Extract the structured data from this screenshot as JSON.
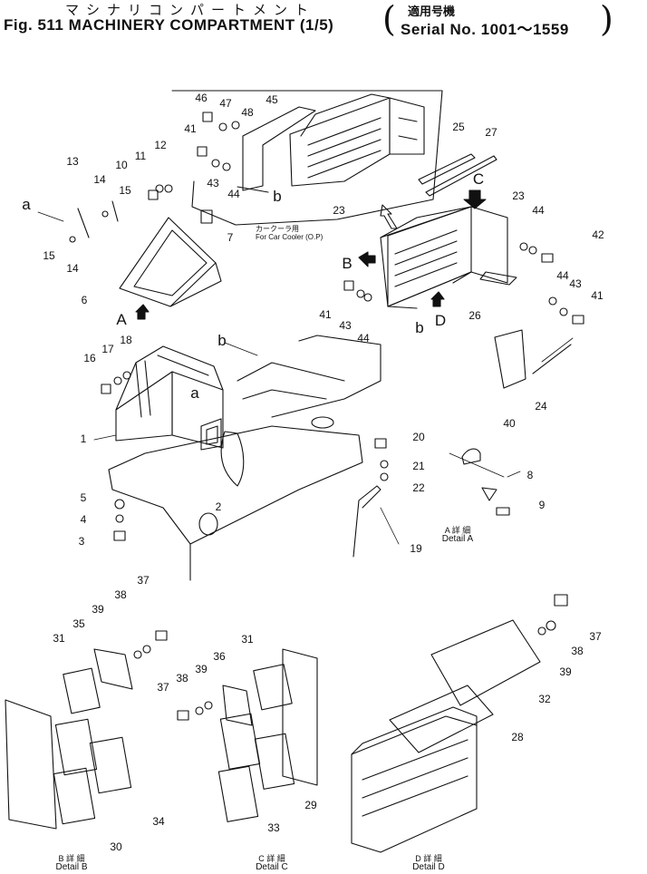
{
  "header": {
    "title_jp": "マシナリコンパートメント",
    "title_en": "Fig. 511 MACHINERY COMPARTMENT (1/5)",
    "serial_jp": "適用号機",
    "serial_en": "Serial No. 1001～1559"
  },
  "callouts": [
    "1",
    "2",
    "3",
    "4",
    "5",
    "6",
    "7",
    "8",
    "9",
    "10",
    "11",
    "12",
    "13",
    "14",
    "14",
    "15",
    "15",
    "16",
    "17",
    "18",
    "19",
    "20",
    "21",
    "22",
    "23",
    "23",
    "24",
    "25",
    "26",
    "27",
    "28",
    "29",
    "30",
    "31",
    "31",
    "32",
    "33",
    "34",
    "35",
    "36",
    "37",
    "37",
    "37",
    "38",
    "38",
    "38",
    "39",
    "39",
    "39",
    "40",
    "41",
    "41",
    "41",
    "42",
    "43",
    "43",
    "43",
    "44",
    "44",
    "44",
    "44",
    "45",
    "46",
    "47",
    "48"
  ],
  "letters": [
    "a",
    "a",
    "b",
    "b",
    "b",
    "A",
    "B",
    "C",
    "C",
    "D"
  ],
  "notes": {
    "car_cooler_jp": "カークーラ用",
    "car_cooler_en": "For Car Cooler (O.P)"
  },
  "details": {
    "a": {
      "jp": "A 詳 細",
      "en": "Detail A"
    },
    "b": {
      "jp": "B 詳 細",
      "en": "Detail B"
    },
    "c": {
      "jp": "C 詳 細",
      "en": "Detail C"
    },
    "d": {
      "jp": "D 詳 細",
      "en": "Detail D"
    }
  }
}
